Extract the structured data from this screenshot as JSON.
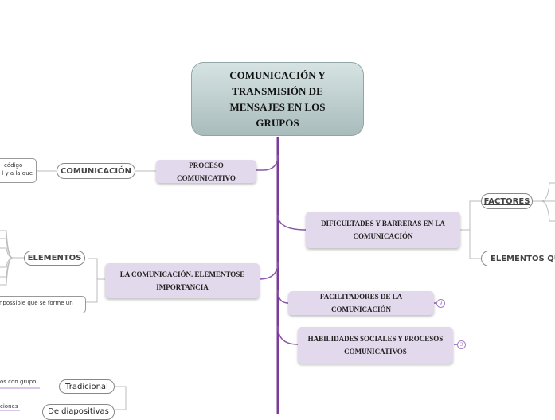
{
  "central": {
    "title": "COMUNICACIÓN Y TRANSMISIÓN DE MENSAJES EN LOS GRUPOS"
  },
  "branches": [
    {
      "label": "PROCESO COMUNICATIVO",
      "children": [
        {
          "label": "COMUNICACIÓN",
          "note": [
            "código",
            "l y a la que"
          ]
        }
      ]
    },
    {
      "label": "LA COMUNICACIÓN. ELEMENTOSE IMPORTANCIA",
      "children": [
        {
          "label": "ELEMENTOS"
        },
        {
          "note": "npossible que se forme un"
        }
      ]
    },
    {
      "label": "DIFICULTADES Y BARRERAS EN LA COMUNICACIÓN",
      "children": [
        {
          "label": "FACTORES"
        },
        {
          "label": "ELEMENTOS QUE C"
        }
      ]
    },
    {
      "label": "FACILITADORES DE LA COMUNICACIÓN",
      "count": "9"
    },
    {
      "label": "HABILIDADES SOCIALES Y PROCESOS COMUNICATIVOS",
      "count": "3"
    }
  ],
  "bottom": [
    {
      "label": "Tradicional",
      "leaf": "os con grupo"
    },
    {
      "label": "De diapositivas",
      "leaf": "ciones"
    }
  ],
  "colors": {
    "trunk": "#7a3b9a",
    "node": "#e3d9ec",
    "central": "#c2d2d1"
  }
}
